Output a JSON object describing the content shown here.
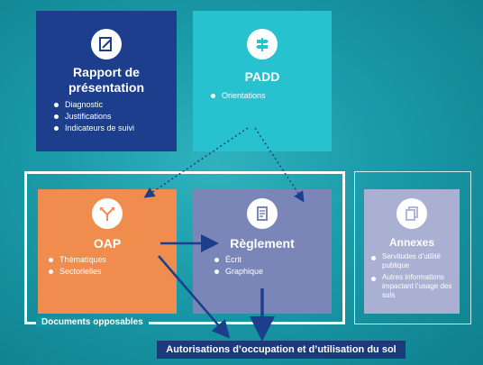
{
  "cards": {
    "rapport": {
      "title_line1": "Rapport de",
      "title_line2": "présentation",
      "items": [
        "Diagnostic",
        "Justifications",
        "Indicateurs de suivi"
      ],
      "color": "#1d3e8c"
    },
    "padd": {
      "title": "PADD",
      "items": [
        "Orientations"
      ],
      "color": "#27c1d0"
    },
    "oap": {
      "title": "OAP",
      "items": [
        "Thématiques",
        "Sectorielles"
      ],
      "color": "#f08c4e"
    },
    "reglement": {
      "title": "Règlement",
      "items": [
        "Écrit",
        "Graphique"
      ],
      "color": "#7a86b8"
    },
    "annexes": {
      "title": "Annexes",
      "items": [
        "Servitudes d’utilité publique",
        "Autres informations impactant l’usage des sols"
      ],
      "color": "#aab0d2"
    }
  },
  "frame": {
    "label": "Documents opposables"
  },
  "bottom_bar": {
    "label": "Autorisations d’occupation et d’utilisation du sol"
  },
  "icons": {
    "rapport": "edit-document-icon",
    "padd": "signpost-icon",
    "oap": "branching-arrows-icon",
    "reglement": "scroll-icon",
    "annexes": "documents-icon"
  }
}
